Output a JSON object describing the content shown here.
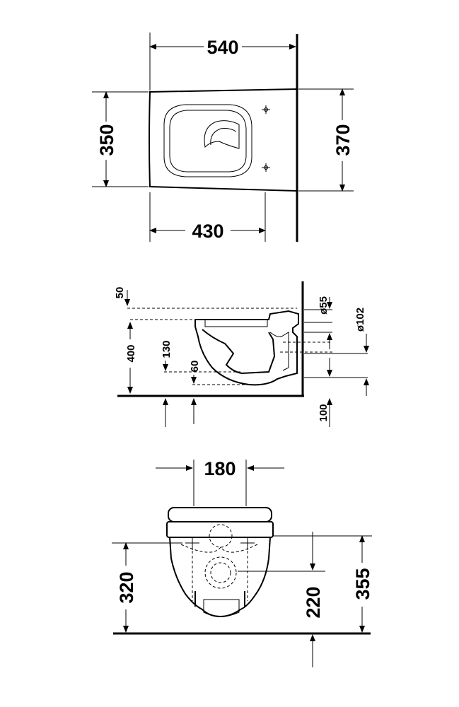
{
  "top_view": {
    "width_overall": "540",
    "depth_left": "350",
    "depth_right": "370",
    "width_rim": "430"
  },
  "side_view": {
    "d50": "50",
    "d400": "400",
    "d130": "130",
    "d60": "60",
    "d55": "ø55",
    "d102": "ø102",
    "d100": "100"
  },
  "front_view": {
    "d180": "180",
    "d320": "320",
    "d220": "220",
    "d355": "355"
  }
}
